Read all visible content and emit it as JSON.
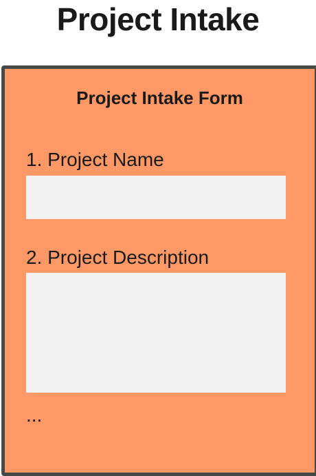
{
  "page": {
    "title": "Project Intake"
  },
  "form": {
    "title": "Project Intake Form",
    "fields": [
      {
        "label": "1. Project Name",
        "value": "",
        "placeholder": ""
      },
      {
        "label": "2. Project Description",
        "value": "",
        "placeholder": ""
      }
    ],
    "more": "..."
  },
  "colors": {
    "card_background": "#fe9967",
    "card_border": "#454a48",
    "field_background": "#f2f2f2",
    "text": "#1a1a1a"
  }
}
